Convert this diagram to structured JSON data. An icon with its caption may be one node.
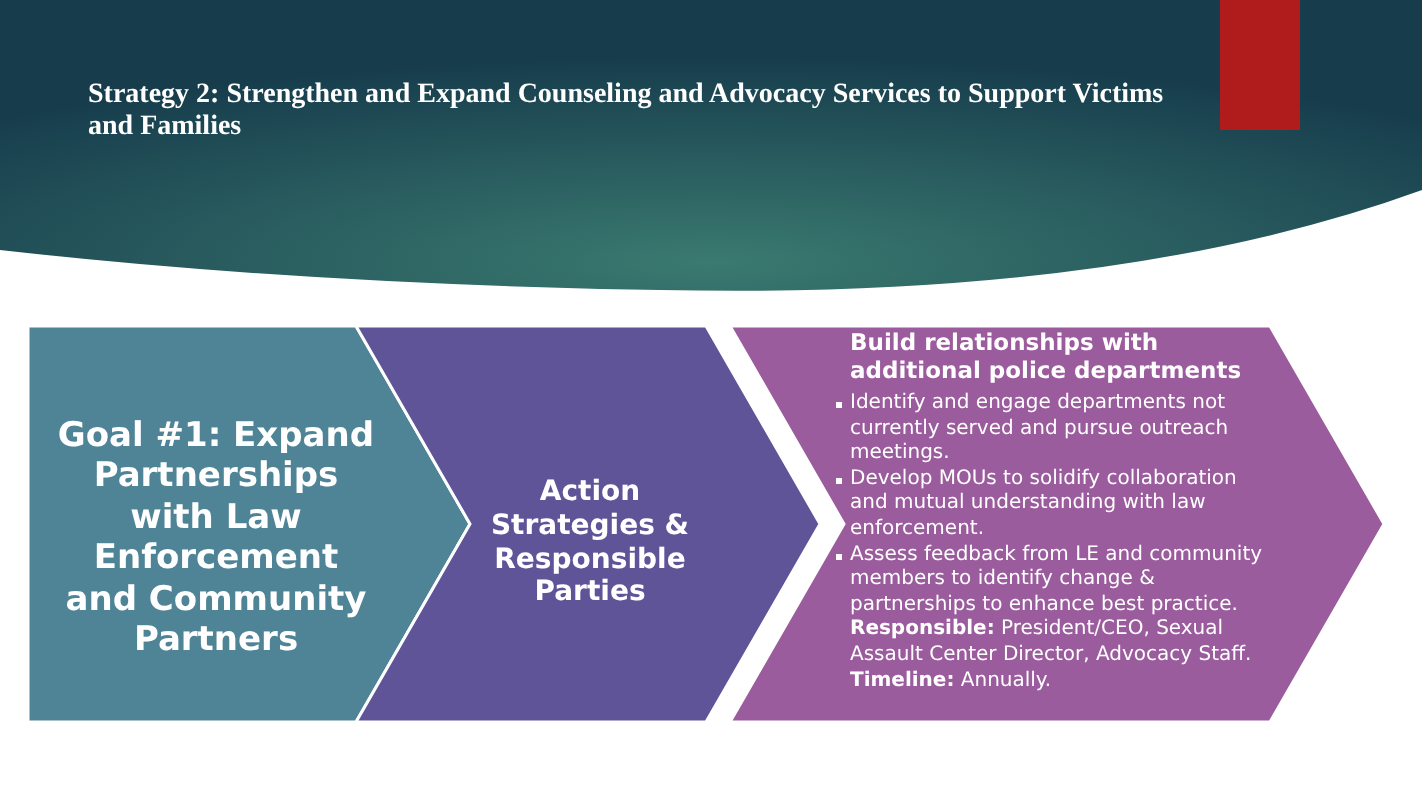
{
  "diagram": {
    "title": "Strategy 2: Strengthen and Expand Counseling and Advocacy Services to Support Victims and Families",
    "nodes": [
      {
        "text": [
          "Goal #1: Expand Partnerships with Law Enforcement and Community Partners"
        ]
      },
      {
        "text": [
          "Action Strategies & Responsible Parties"
        ]
      },
      {
        "text": [
          "Build relationships with additional police departments",
          "Identify and engage departments not currently served and pursue outreach meetings.",
          "Develop MOUs to solidify collaboration and mutual understanding with law enforcement.",
          "Assess feedback from LE and community members to identify change & partnerships to enhance best practice.",
          "**Responsible:** President/CEO, Sexual Assault Center Director, Advocacy Staff.",
          "**Timeline:** Annually."
        ]
      }
    ],
    "edges": []
  }
}
